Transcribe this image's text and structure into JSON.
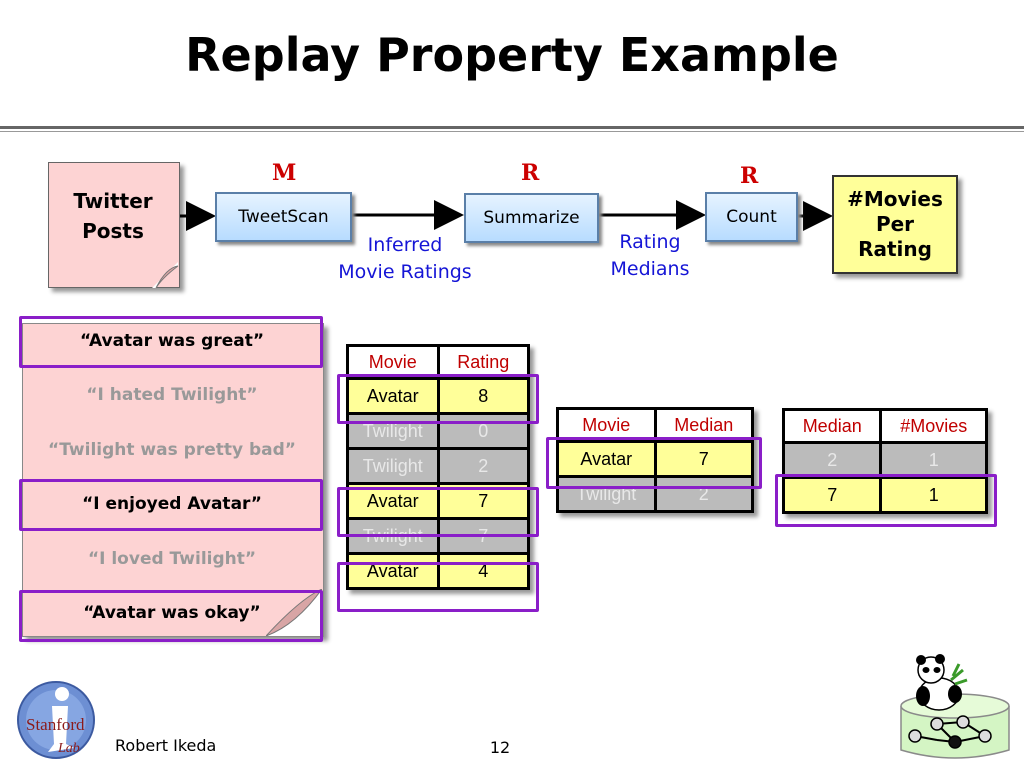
{
  "title": "Replay Property Example",
  "workflow": {
    "source_label": [
      "Twitter",
      "Posts"
    ],
    "stages": [
      {
        "label": "TweetScan",
        "marker": "M"
      },
      {
        "label": "Summarize",
        "marker": "R"
      },
      {
        "label": "Count",
        "marker": "R"
      }
    ],
    "edges": [
      {
        "label": [
          "Inferred",
          "Movie Ratings"
        ]
      },
      {
        "label": [
          "Rating",
          "Medians"
        ]
      }
    ],
    "output_label": [
      "#Movies",
      "Per",
      "Rating"
    ]
  },
  "posts": [
    {
      "text": "“Avatar was great”",
      "highlighted": true
    },
    {
      "text": "“I hated Twilight”",
      "highlighted": false
    },
    {
      "text": "“Twilight was pretty bad”",
      "highlighted": false
    },
    {
      "text": "“I enjoyed Avatar”",
      "highlighted": true
    },
    {
      "text": "“I loved Twilight”",
      "highlighted": false
    },
    {
      "text": "“Avatar was okay”",
      "highlighted": true
    }
  ],
  "ratings_table": {
    "headers": [
      "Movie",
      "Rating"
    ],
    "rows": [
      {
        "cells": [
          "Avatar",
          "8"
        ],
        "highlighted": true
      },
      {
        "cells": [
          "Twilight",
          "0"
        ],
        "highlighted": false
      },
      {
        "cells": [
          "Twilight",
          "2"
        ],
        "highlighted": false
      },
      {
        "cells": [
          "Avatar",
          "7"
        ],
        "highlighted": true
      },
      {
        "cells": [
          "Twilight",
          "7"
        ],
        "highlighted": false
      },
      {
        "cells": [
          "Avatar",
          "4"
        ],
        "highlighted": true
      }
    ]
  },
  "medians_table": {
    "headers": [
      "Movie",
      "Median"
    ],
    "rows": [
      {
        "cells": [
          "Avatar",
          "7"
        ],
        "highlighted": true
      },
      {
        "cells": [
          "Twilight",
          "2"
        ],
        "highlighted": false
      }
    ]
  },
  "counts_table": {
    "headers": [
      "Median",
      "#Movies"
    ],
    "rows": [
      {
        "cells": [
          "2",
          "1"
        ],
        "highlighted": false
      },
      {
        "cells": [
          "7",
          "1"
        ],
        "highlighted": true
      }
    ]
  },
  "footer": {
    "author": "Robert Ikeda",
    "page": "12",
    "logo_text": [
      "Stanford",
      "Lab"
    ]
  },
  "colors": {
    "highlight": "#8a1ec8",
    "marker": "#cc0000",
    "edge_label": "#1515d6",
    "post_bg": "#fdd3d3",
    "output_bg": "#ffff99"
  }
}
